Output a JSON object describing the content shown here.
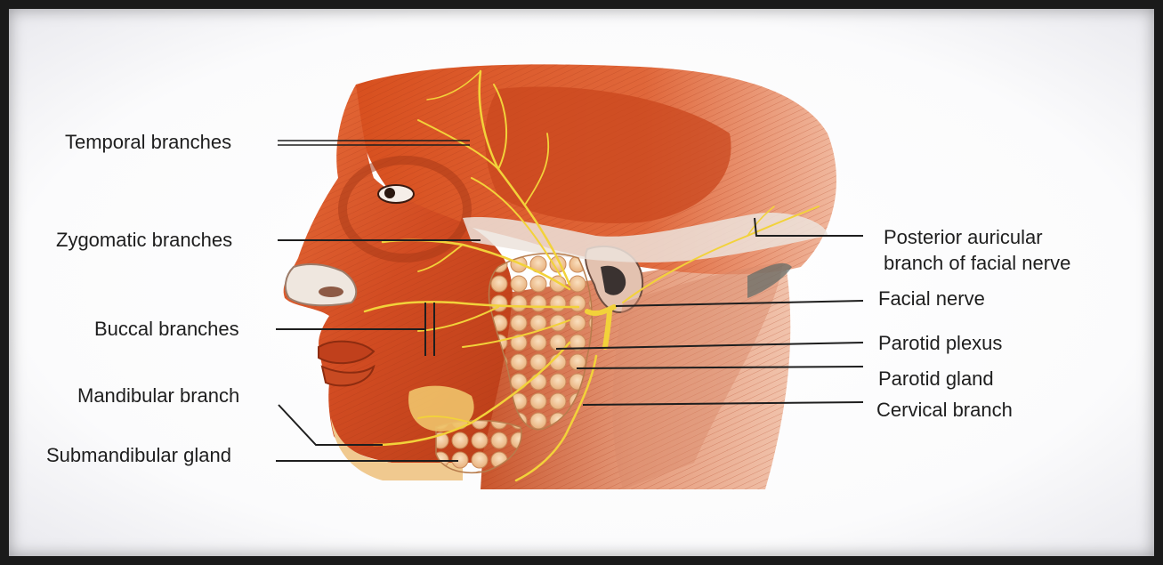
{
  "labels": {
    "temporal": "Temporal branches",
    "zygomatic": "Zygomatic branches",
    "buccal": "Buccal branches",
    "mandibular": "Mandibular branch",
    "submandibular": "Submandibular gland",
    "posterior_line1": "Posterior auricular",
    "posterior_line2": "branch of facial nerve",
    "facial_nerve": "Facial nerve",
    "parotid_plexus": "Parotid plexus",
    "parotid_gland": "Parotid gland",
    "cervical": "Cervical branch"
  },
  "colors": {
    "frame": "#1a1a1a",
    "muscle": "#d9552a",
    "muscle_dark": "#b8401c",
    "skin": "#f1c7b0",
    "nerve": "#f2d23a",
    "gland": "#f3c99a",
    "line": "#1e1e1e"
  }
}
